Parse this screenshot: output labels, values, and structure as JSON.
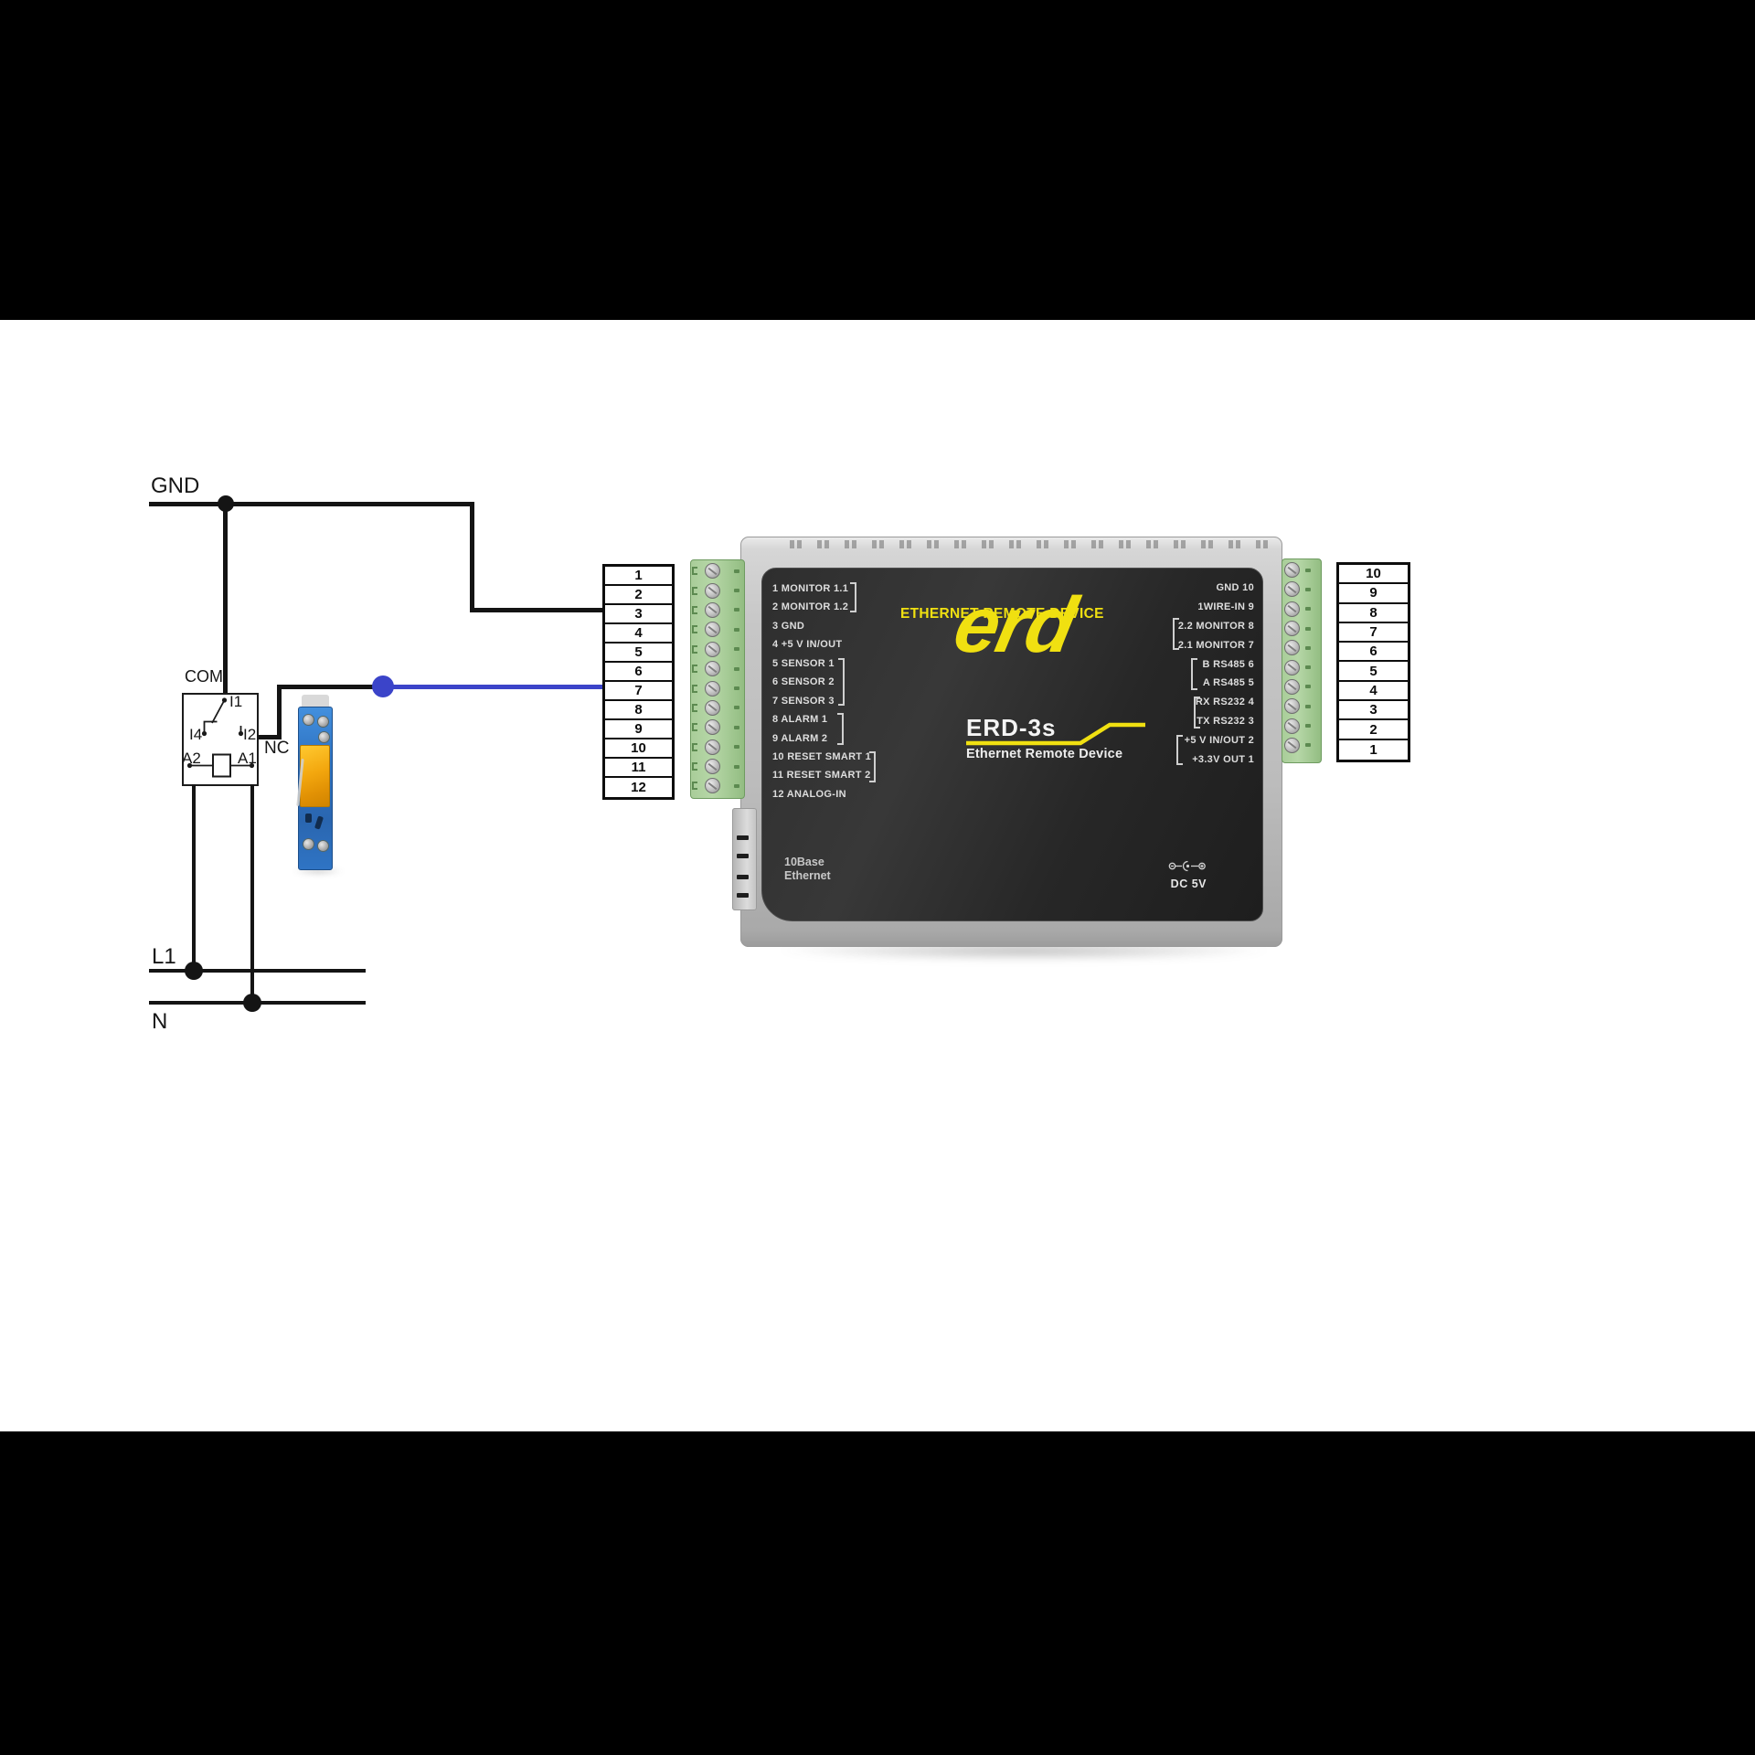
{
  "schematic": {
    "gnd_label": "GND",
    "l1_label": "L1",
    "n_label": "N",
    "relay_symbol": {
      "com": "COM",
      "nc": "NC",
      "i1": "I1",
      "i2": "I2",
      "i4": "I4",
      "a1": "A1",
      "a2": "A2"
    },
    "wire_colors": {
      "signal_blue": "#3b44c9",
      "wire_black": "#141414"
    }
  },
  "left_terminal_table": {
    "rows": [
      "1",
      "2",
      "3",
      "4",
      "5",
      "6",
      "7",
      "8",
      "9",
      "10",
      "11",
      "12"
    ]
  },
  "right_terminal_table": {
    "rows": [
      "10",
      "9",
      "8",
      "7",
      "6",
      "5",
      "4",
      "3",
      "2",
      "1"
    ]
  },
  "device": {
    "brand_title": "ETHERNET REMOTE DEVICE",
    "brand_logo": "erd",
    "model": "ERD-3s",
    "model_subtitle": "Ethernet Remote Device",
    "left_pins": [
      "1 MONITOR 1.1",
      "2 MONITOR 1.2",
      "3 GND",
      "4 +5 V IN/OUT",
      "5 SENSOR 1",
      "6 SENSOR 2",
      "7 SENSOR 3",
      "8 ALARM 1",
      "9 ALARM 2",
      "10 RESET SMART 1",
      "11 RESET SMART 2",
      "12 ANALOG-IN"
    ],
    "right_pins": [
      "GND 10",
      "1WIRE-IN 9",
      "2.2 MONITOR 8",
      "2.1 MONITOR 7",
      "B RS485 6",
      "A RS485 5",
      "RX RS232 4",
      "TX RS232 3",
      "+5 V IN/OUT 2",
      "+3.3V OUT 1"
    ],
    "port_label_line1": "10Base",
    "port_label_line2": "Ethernet",
    "power_label": "DC 5V",
    "accent_yellow": "#f0e011"
  }
}
